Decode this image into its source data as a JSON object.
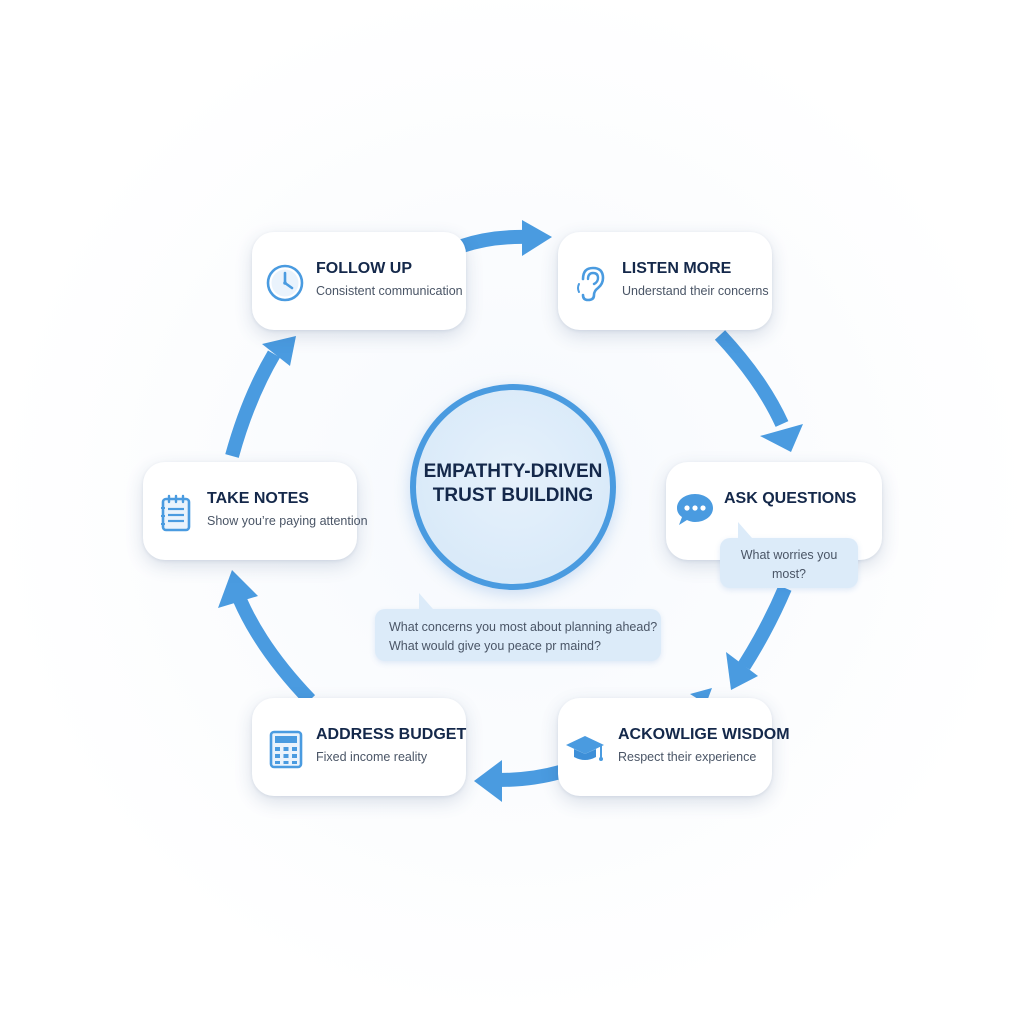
{
  "center": {
    "title_line1": "EMPATHTY-DRIVEN",
    "title_line2": "TRUST BUILDING"
  },
  "steps": [
    {
      "id": "follow-up",
      "title": "FOLLOW UP",
      "subtitle": "Consistent communication",
      "icon": "clock-icon"
    },
    {
      "id": "listen-more",
      "title": "LISTEN MORE",
      "subtitle": "Understand their concerns",
      "icon": "ear-icon"
    },
    {
      "id": "ask-questions",
      "title": "ASK QUESTIONS",
      "subtitle": "",
      "icon": "speech-bubble-icon"
    },
    {
      "id": "acknowledge-wisdom",
      "title": "ACKOWLIGE WISDOM",
      "subtitle": "Respect their experience",
      "icon": "graduation-cap-icon"
    },
    {
      "id": "address-budget",
      "title": "ADDRESS BUDGET",
      "subtitle": "Fixed income reality",
      "icon": "calculator-icon"
    },
    {
      "id": "take-notes",
      "title": "TAKE NOTES",
      "subtitle": "Show you’re paying attention",
      "icon": "notepad-icon"
    }
  ],
  "bubbles": {
    "ask": {
      "line1": "What worries you",
      "line2": "most?"
    },
    "center": {
      "line1": "What concerns you most about planning ahead?",
      "line2": "What would give you peace pr maind?"
    }
  },
  "colors": {
    "accent": "#4a9be0",
    "title_text": "#14284a",
    "body_text": "#4a5566",
    "bubble_fill": "#dcebf9",
    "circle_fill": "#d9eaf8"
  }
}
